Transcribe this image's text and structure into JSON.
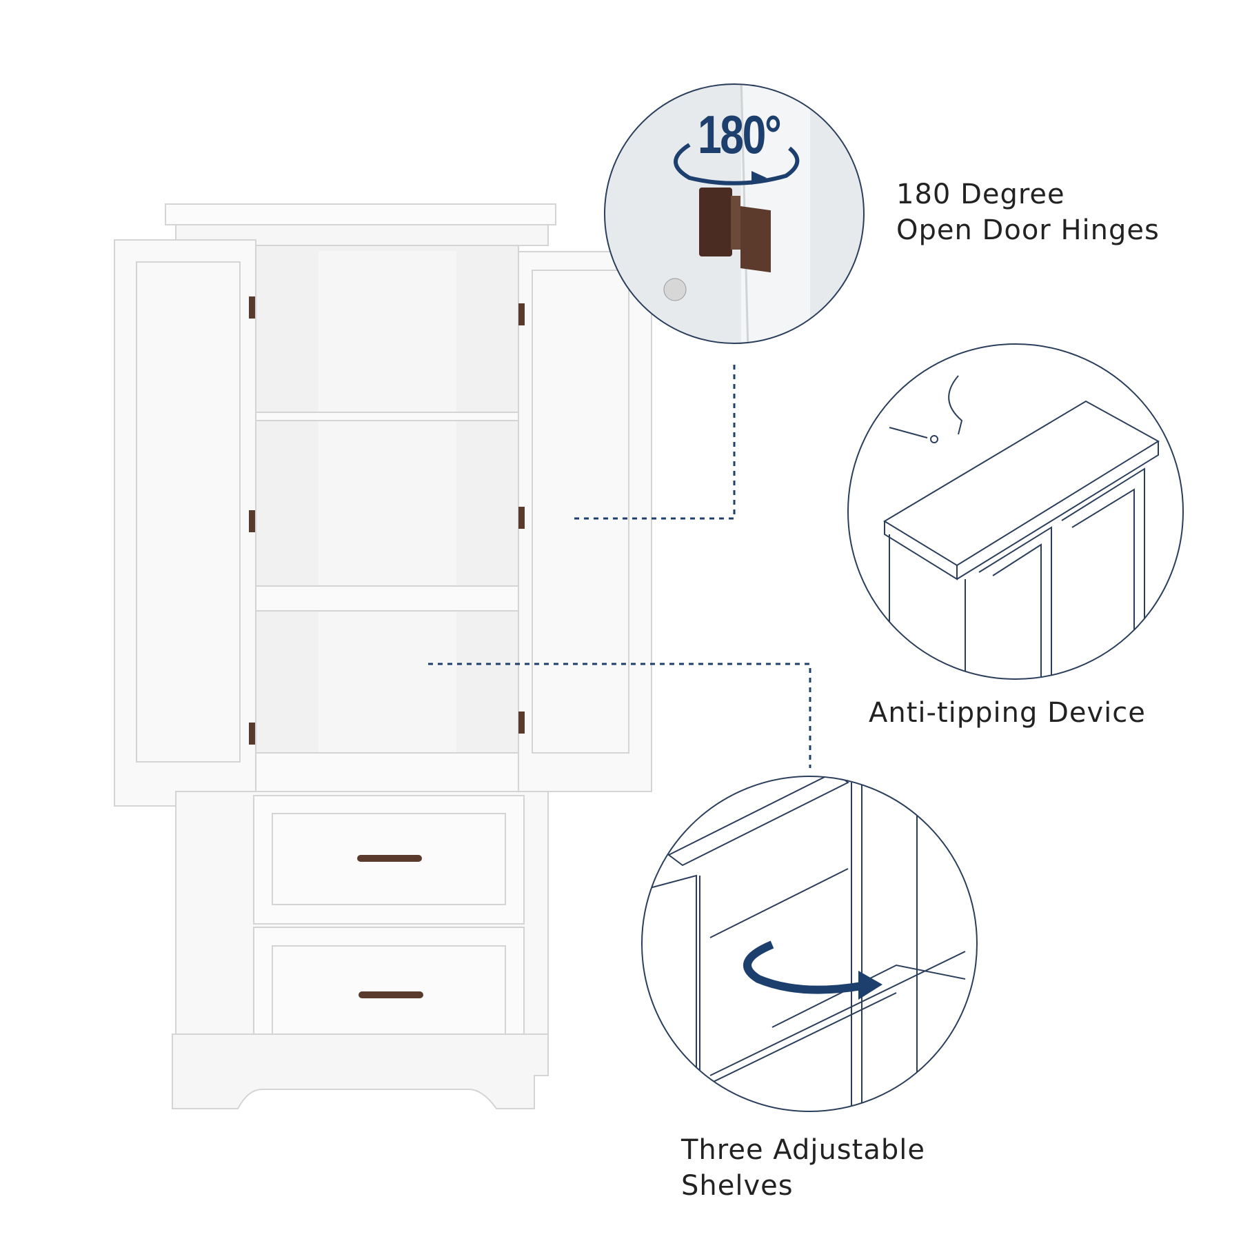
{
  "features": [
    {
      "title_line1": "180 Degree",
      "title_line2": "Open Door Hinges",
      "badge": "180°",
      "icon": "hinge-closeup"
    },
    {
      "title_line1": "Anti-tipping Device",
      "icon": "anti-tip-strap-illustration"
    },
    {
      "title_line1": "Three Adjustable",
      "title_line2": "Shelves",
      "icon": "adjustable-shelf-illustration"
    }
  ],
  "colors": {
    "accent": "#1d3f6e",
    "cabinet": "#f7f7f7",
    "outline": "#d4d4d4",
    "hardware": "#5a3a2c"
  }
}
